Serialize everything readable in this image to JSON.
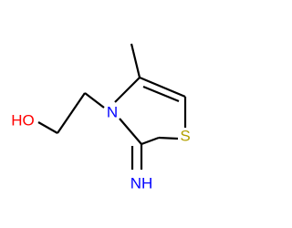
{
  "molecule": {
    "atoms": {
      "oxygen": {
        "label": "HO",
        "color": "#ff0000"
      },
      "ring_nitrogen": {
        "label": "N",
        "color": "#0000ff"
      },
      "sulfur": {
        "label": "S",
        "color": "#b2a000"
      },
      "imine_nitrogen": {
        "label": "NH",
        "color": "#0000ff"
      }
    },
    "bond_color": "#000000",
    "background": "#ffffff"
  }
}
